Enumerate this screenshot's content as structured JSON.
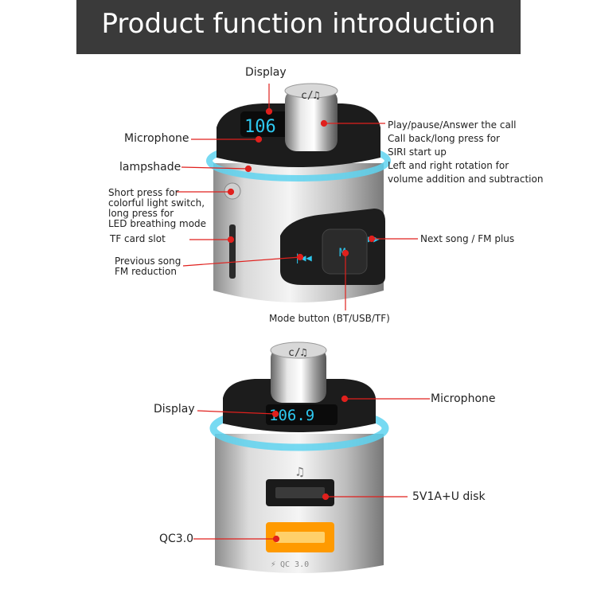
{
  "banner": {
    "title": "Product function introduction"
  },
  "top": {
    "display": "Display",
    "microphone": "Microphone",
    "lampshade": "lampshade",
    "short_press": [
      "Short press for",
      "colorful light switch,",
      "long press for",
      "LED breathing mode"
    ],
    "tf_card": "TF card slot",
    "previous": [
      "Previous song",
      "FM reduction"
    ],
    "play": [
      "Play/pause/Answer the call",
      "Call back/long press for",
      "SIRI start up",
      "Left and right rotation for",
      "volume addition and subtraction"
    ],
    "next": "Next song / FM plus",
    "mode": "Mode button (BT/USB/TF)",
    "screen_value": "106"
  },
  "bottom": {
    "display": "Display",
    "microphone": "Microphone",
    "usb": "5V1A+U disk",
    "qc": "QC3.0",
    "screen_value": "106.9",
    "qc_mark": "QC 3.0"
  },
  "colors": {
    "banner": "#3a3a3a",
    "callout": "#e0201d",
    "glow": "#5fd4f0",
    "qc_port": "#ff9a00",
    "screen": "#2ec8f0"
  }
}
